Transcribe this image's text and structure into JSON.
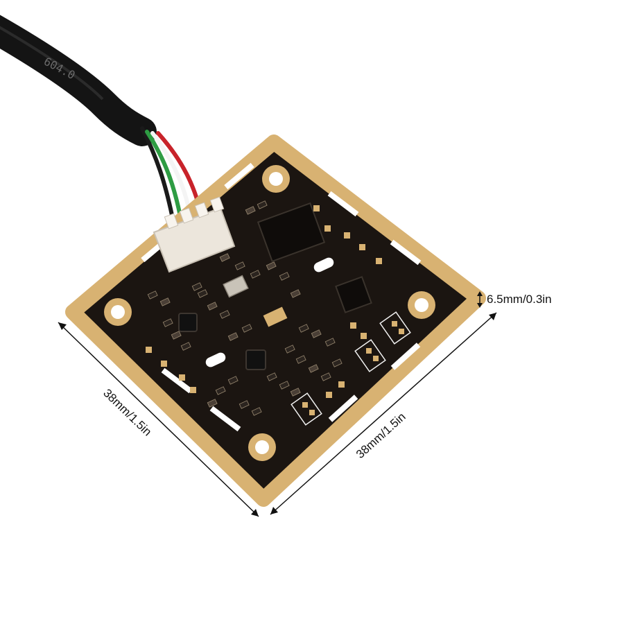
{
  "image": {
    "background": "#ffffff",
    "subject": "camera-module-circuit-board"
  },
  "dimensions": {
    "left_edge": "38mm/1.5in",
    "right_edge": "38mm/1.5in",
    "thickness": "6.5mm/0.3in"
  },
  "cable": {
    "printed_text": "604.0",
    "wire_colors": [
      "#1a1a1a",
      "#2e9c43",
      "#f4f4f4",
      "#c8232a"
    ]
  },
  "board": {
    "pcb_color": "#1b1511",
    "gold_color": "#d8b272",
    "connector_color": "#ece6dc"
  }
}
